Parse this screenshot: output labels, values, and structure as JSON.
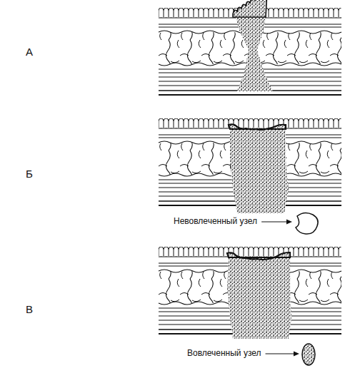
{
  "diagram": {
    "labels": [
      "А",
      "Б",
      "В",
      "Невовлеченный узел",
      "Вовлеченный узел"
    ]
  }
}
